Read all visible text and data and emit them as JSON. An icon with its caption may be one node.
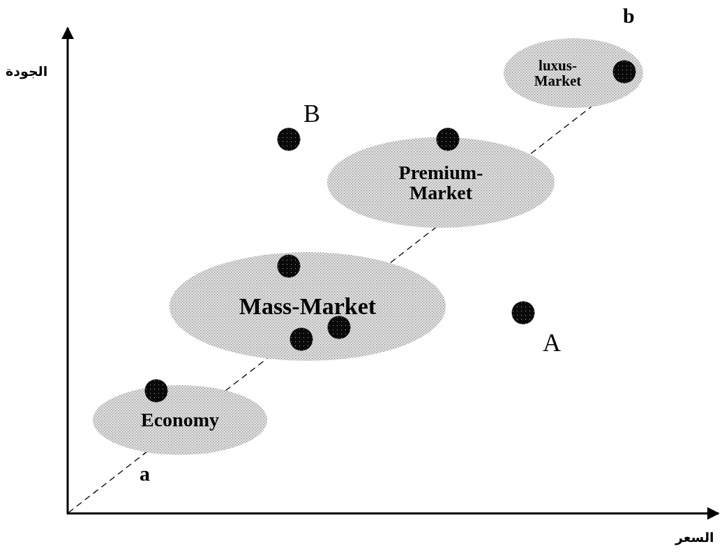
{
  "diagram": {
    "nodes": [
      {
        "text": [
          "luxus- Market"
        ]
      },
      {
        "text": [],
        "shape": "circle",
        "in": 0
      },
      {
        "text": [],
        "shape": "circle",
        "beside": [
          "B"
        ]
      },
      {
        "text": [],
        "shape": "circle"
      },
      {
        "text": [
          "Premium- Market"
        ]
      },
      {
        "text": [],
        "shape": "circle",
        "in": 6
      },
      {
        "text": [
          "Mass-Market"
        ]
      },
      {
        "text": [],
        "shape": "circle",
        "beside": [
          "A"
        ]
      },
      {
        "text": [],
        "shape": "circle",
        "in": 6
      },
      {
        "text": [],
        "shape": "circle",
        "in": 6
      },
      {
        "text": [],
        "shape": "circle"
      },
      {
        "text": [
          "Economy"
        ]
      }
    ],
    "edges": [],
    "labels": [
      "b",
      "الجودة",
      "a",
      "السعر"
    ]
  }
}
